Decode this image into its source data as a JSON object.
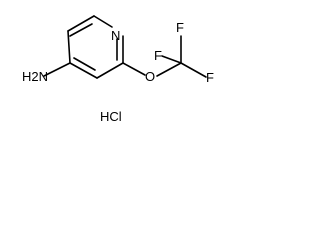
{
  "structure": {
    "atoms": {
      "ring_nitrogen": "N",
      "amine": "H2N",
      "ether_oxygen": "O",
      "fluorine_top": "F",
      "fluorine_left": "F",
      "fluorine_right": "F"
    },
    "salt": "HCl"
  }
}
